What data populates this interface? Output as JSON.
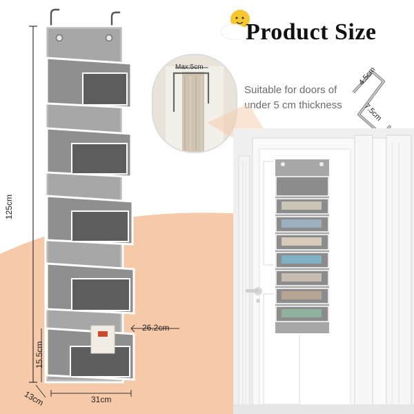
{
  "header": {
    "title": "Product Size"
  },
  "callout": {
    "line1": "Suitable for doors of",
    "line2": "under 5 cm thickness",
    "max_label": "Max:5cm"
  },
  "hook": {
    "width_label": "4.5cm",
    "depth_label": "7.5cm"
  },
  "dimensions": {
    "height": "125cm",
    "pocket_width": "26.2cm",
    "pocket_height": "15.5cm",
    "depth": "13cm",
    "width": "31cm"
  },
  "colors": {
    "background_peach": "#f6c9a8",
    "organizer_gray": "#9a9a9a",
    "trim_white": "#ffffff",
    "door_white": "#f7f7f7"
  },
  "icons": {
    "mascot": "sun-cloud-icon"
  }
}
